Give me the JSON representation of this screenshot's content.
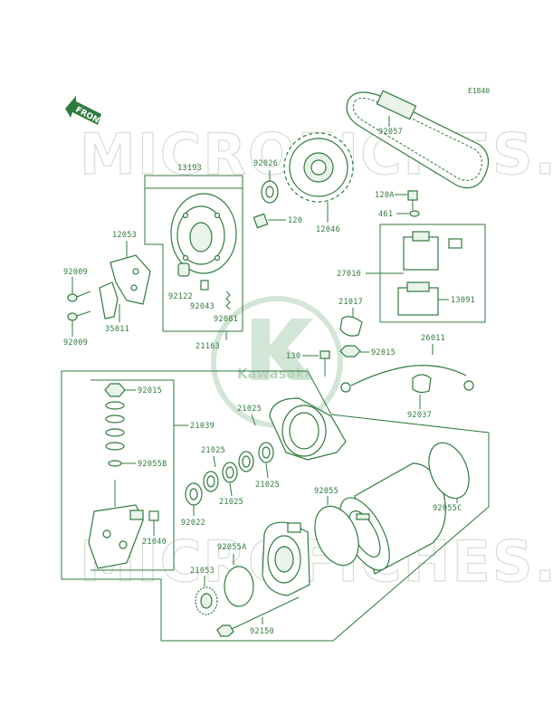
{
  "diagram_code": "E1840",
  "front_label": "FRONT",
  "watermark_text": "MICROFICHES.NET",
  "watermark_logo": "Kawasaki",
  "colors": {
    "line": "#2f7a3e",
    "watermark": "#d6ddd6",
    "logo": "#b8d4bd"
  },
  "labels": {
    "p92057": "92057",
    "p92026": "92026",
    "p13193": "13193",
    "p120": "120",
    "p12046": "12046",
    "p120A": "120A",
    "p461": "461",
    "p12053": "12053",
    "p27010": "27010",
    "p92009a": "92009",
    "p92122": "92122",
    "p92043": "92043",
    "p92081": "92081",
    "p21017": "21017",
    "p13091": "13091",
    "p92009b": "92009",
    "p35011": "35011",
    "p21163": "21163",
    "p26011": "26011",
    "p92015a": "92015",
    "p130": "130",
    "p92015b": "92015",
    "p92037": "92037",
    "p21039": "21039",
    "p21025a": "21025",
    "p21025b": "21025",
    "p21025c": "21025",
    "p21025d": "21025",
    "p92055B": "92055B",
    "p92055": "92055",
    "p92055C": "92055C",
    "p92022": "92022",
    "p21040": "21040",
    "p92055A": "92055A",
    "p21053": "21053",
    "p92150": "92150"
  }
}
